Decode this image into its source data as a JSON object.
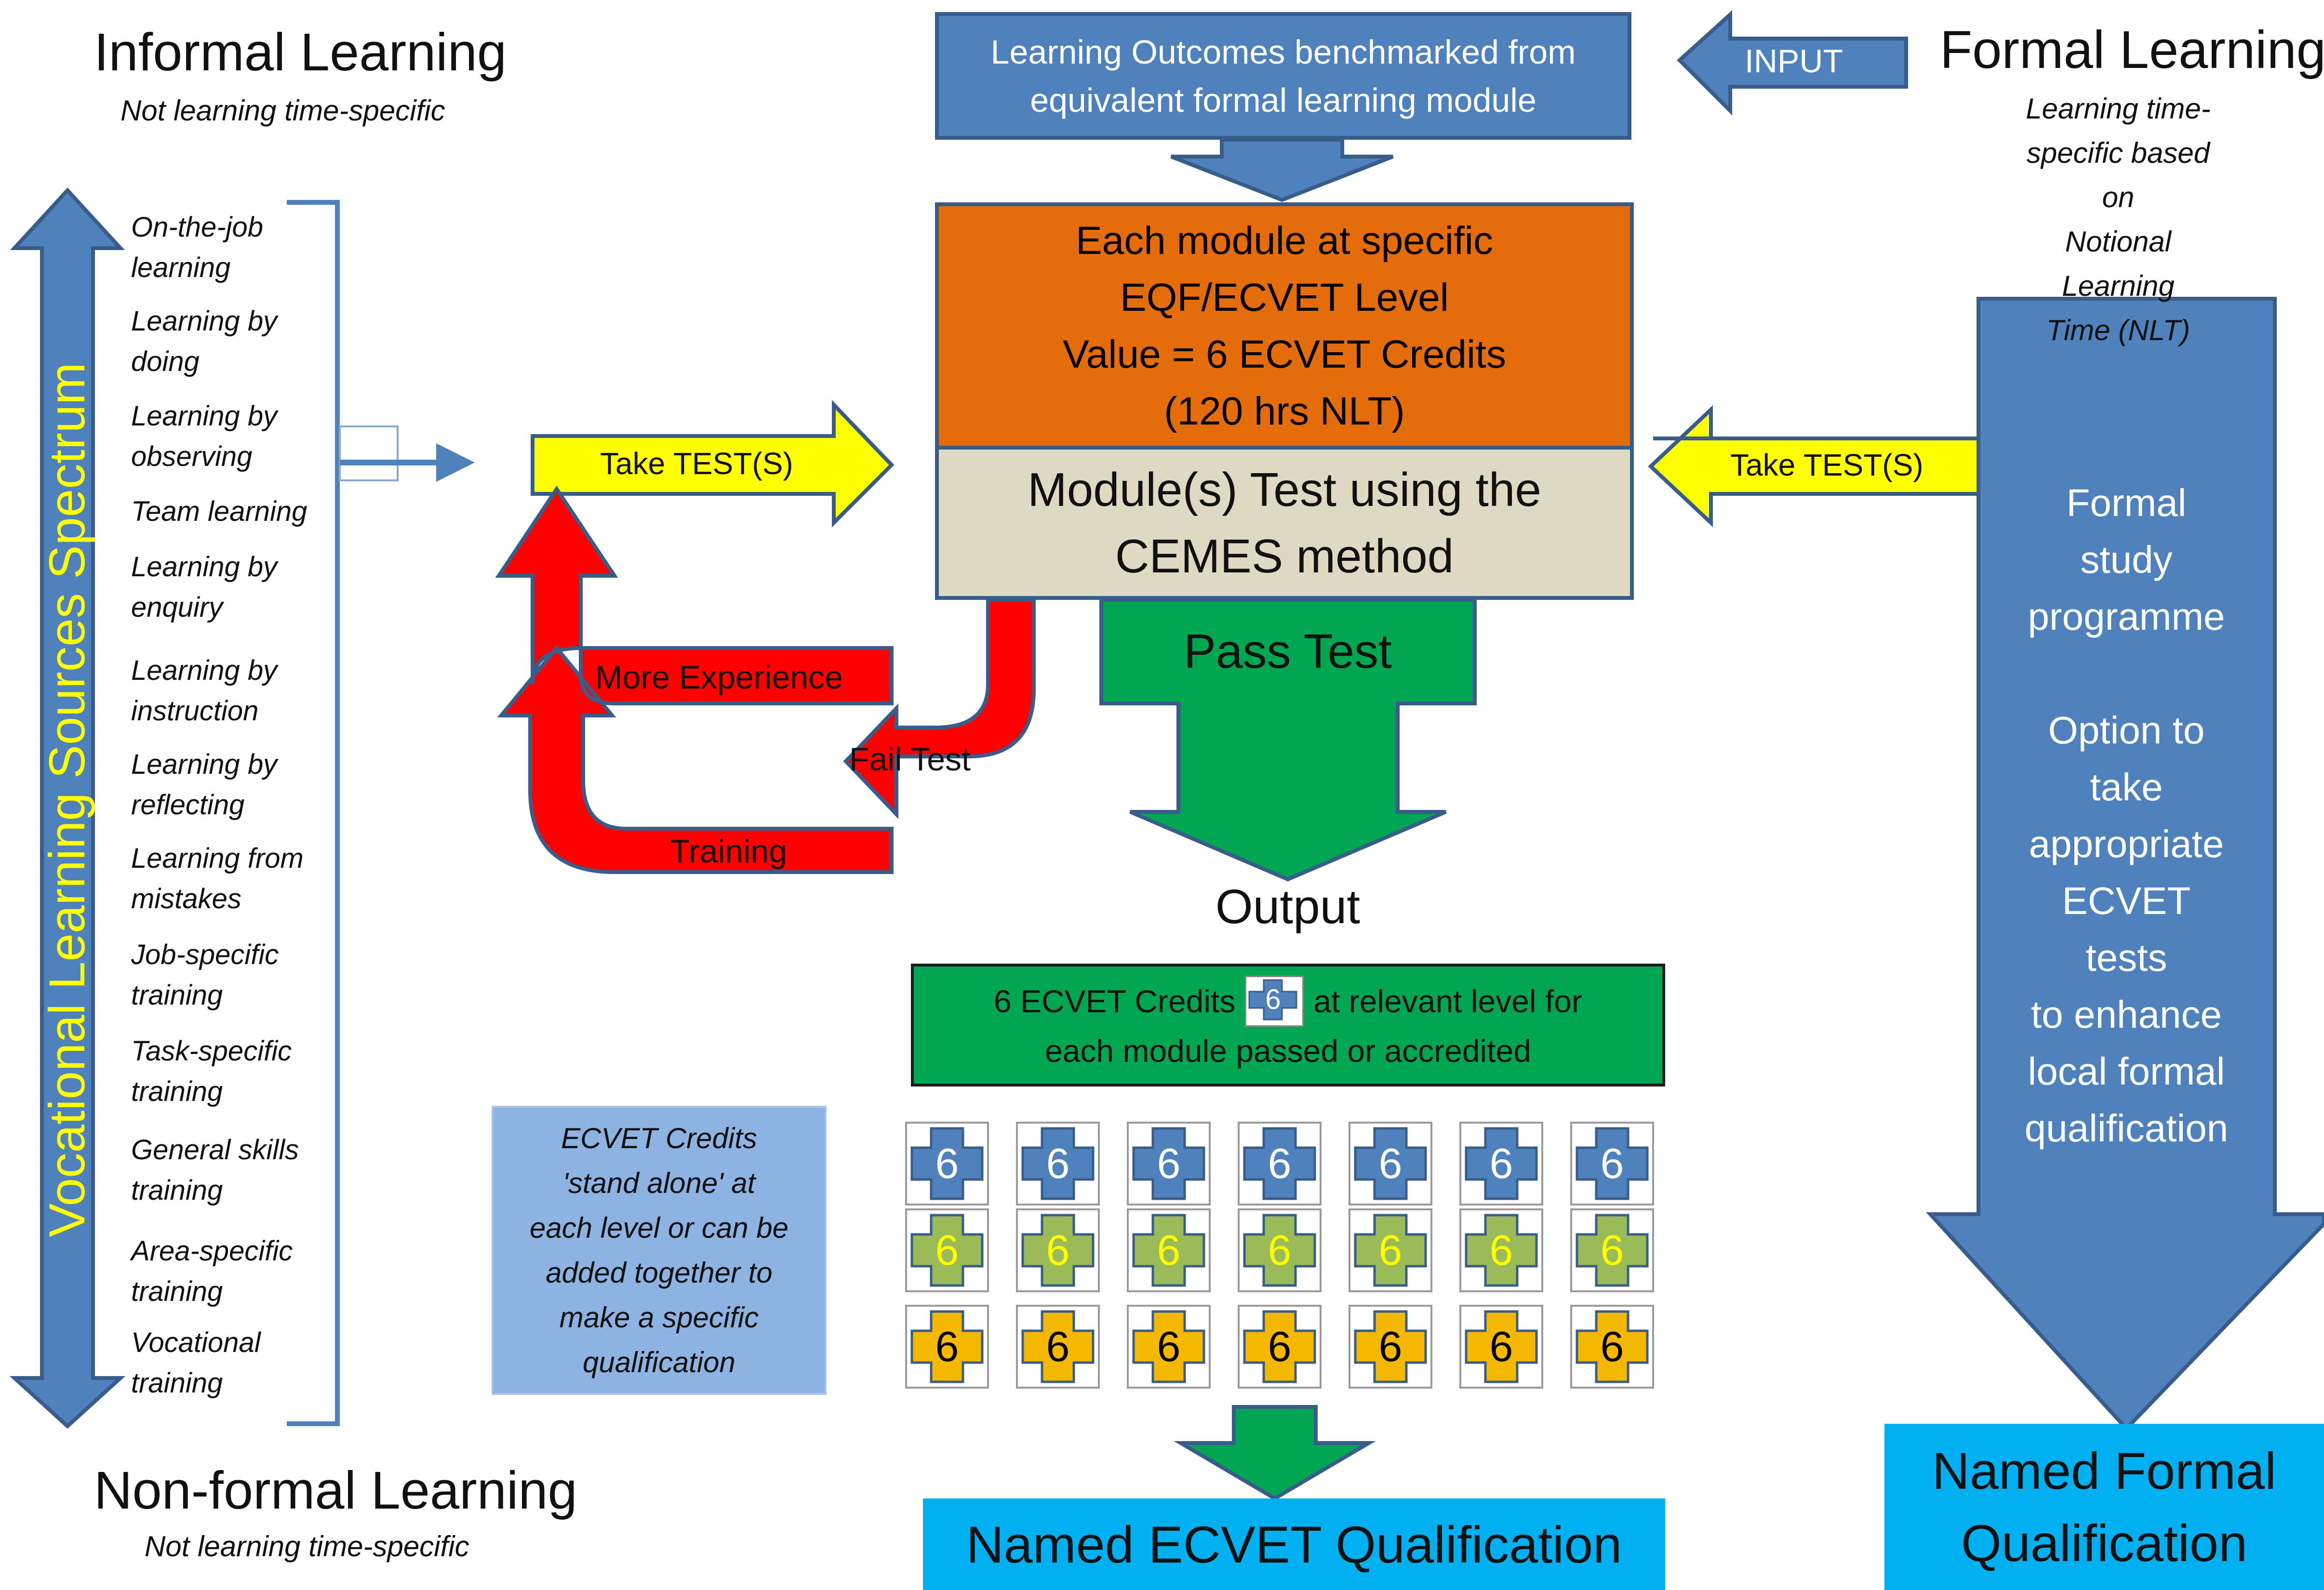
{
  "informal": {
    "title": "Informal Learning",
    "subtitle": "Not learning time-specific"
  },
  "nonformal": {
    "title": "Non-formal Learning",
    "subtitle": "Not learning time-specific"
  },
  "spectrum_label": "Vocational Learning Sources Spectrum",
  "sources": [
    "On-the-job\nlearning",
    "Learning by\ndoing",
    "Learning by\nobserving",
    "Team learning",
    "Learning by\nenquiry",
    "Learning by\ninstruction",
    "Learning by\nreflecting",
    "Learning from\nmistakes",
    "Job-specific\ntraining",
    "Task-specific\ntraining",
    "General skills\ntraining",
    "Area-specific\ntraining",
    "Vocational\ntraining"
  ],
  "outcomes_box": "Learning Outcomes benchmarked from\nequivalent formal learning module",
  "input_label": "INPUT",
  "formal": {
    "title": "Formal Learning",
    "subtitle": "Learning time-\nspecific based on\nNotional Learning\nTime (NLT)",
    "arrow_text": "Formal\nstudy\nprogramme\n\nOption to\ntake\nappropriate\nECVET tests\nto enhance\nlocal formal\nqualification",
    "qualification": "Named Formal\nQualification"
  },
  "module_box": "Each module at specific\nEQF/ECVET Level\nValue = 6 ECVET Credits\n(120 hrs NLT)",
  "test_box": "Module(s) Test using the\nCEMES method",
  "take_test_left": "Take TEST(S)",
  "take_test_right": "Take TEST(S)",
  "pass_test": "Pass Test",
  "fail_test": "Fail Test",
  "more_experience": "More Experience",
  "training": "Training",
  "output_label": "Output",
  "credits_box": {
    "before": "6 ECVET Credits",
    "badge": "6",
    "after": "at relevant level for",
    "line2": "each module passed or accredited"
  },
  "stand_alone_note": "ECVET Credits\n'stand alone' at\neach level or can be\nadded together to\nmake a specific\nqualification",
  "credit_grid": {
    "value": "6",
    "rows": [
      {
        "color": "#4f81bd",
        "text_color": "#ffffff",
        "count": 7
      },
      {
        "color": "#9bbb59",
        "text_color": "#ffff00",
        "count": 7
      },
      {
        "color": "#f5b800",
        "text_color": "#000000",
        "count": 7
      }
    ]
  },
  "ecvet_qualification": "Named ECVET Qualification",
  "colors": {
    "blue": "#4f81bd",
    "blue_dark": "#385d8a",
    "orange": "#e46c0a",
    "beige": "#ddd9c3",
    "green": "#00a651",
    "yellow": "#ffff00",
    "red": "#ff0000",
    "cyan": "#00b0f0",
    "note_bg": "#8db3e2"
  }
}
